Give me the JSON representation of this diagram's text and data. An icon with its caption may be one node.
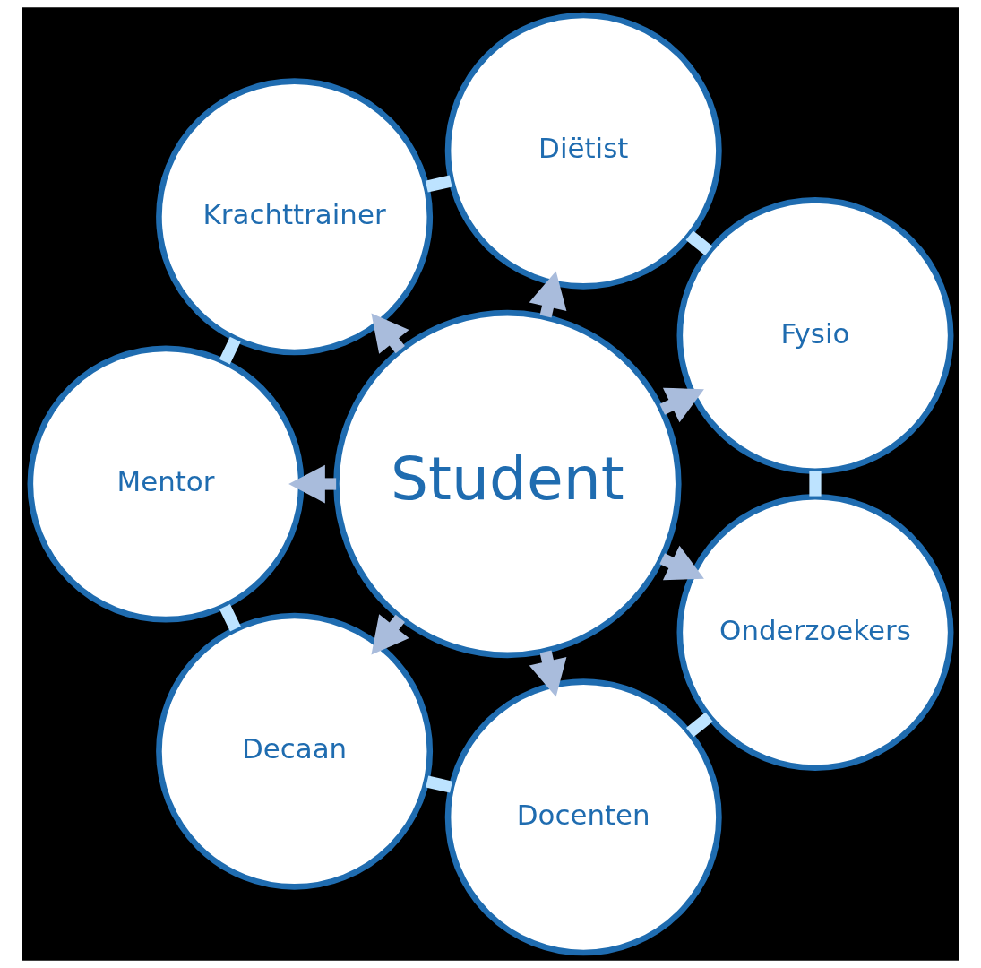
{
  "diagram": {
    "nodes": [
      {
        "text": [
          "Student"
        ]
      },
      {
        "text": [
          "Fysio"
        ]
      },
      {
        "text": [
          "Diëtist"
        ]
      },
      {
        "text": [
          "Krachttrainer"
        ]
      },
      {
        "text": [
          "Mentor"
        ]
      },
      {
        "text": [
          "Decaan"
        ]
      },
      {
        "text": [
          "Docenten"
        ]
      },
      {
        "text": [
          "Onderzoekers"
        ]
      }
    ],
    "edges": [
      {
        "from": 0,
        "to": 1,
        "arrow": "to",
        "color": "#a9bcdc"
      },
      {
        "from": 0,
        "to": 2,
        "arrow": "to",
        "color": "#a9bcdc"
      },
      {
        "from": 0,
        "to": 3,
        "arrow": "to",
        "color": "#a9bcdc"
      },
      {
        "from": 0,
        "to": 4,
        "arrow": "to",
        "color": "#a9bcdc"
      },
      {
        "from": 0,
        "to": 5,
        "arrow": "to",
        "color": "#a9bcdc"
      },
      {
        "from": 0,
        "to": 6,
        "arrow": "to",
        "color": "#a9bcdc"
      },
      {
        "from": 0,
        "to": 7,
        "arrow": "to",
        "color": "#a9bcdc"
      },
      {
        "from": 1,
        "to": 2,
        "arrow": "none",
        "color": "#bde3ff"
      },
      {
        "from": 2,
        "to": 3,
        "arrow": "none",
        "color": "#bde3ff"
      },
      {
        "from": 3,
        "to": 4,
        "arrow": "none",
        "color": "#bde3ff"
      },
      {
        "from": 4,
        "to": 5,
        "arrow": "none",
        "color": "#bde3ff"
      },
      {
        "from": 5,
        "to": 6,
        "arrow": "none",
        "color": "#bde3ff"
      },
      {
        "from": 6,
        "to": 7,
        "arrow": "none",
        "color": "#bde3ff"
      },
      {
        "from": 7,
        "to": 1,
        "arrow": "none",
        "color": "#bde3ff"
      }
    ]
  }
}
